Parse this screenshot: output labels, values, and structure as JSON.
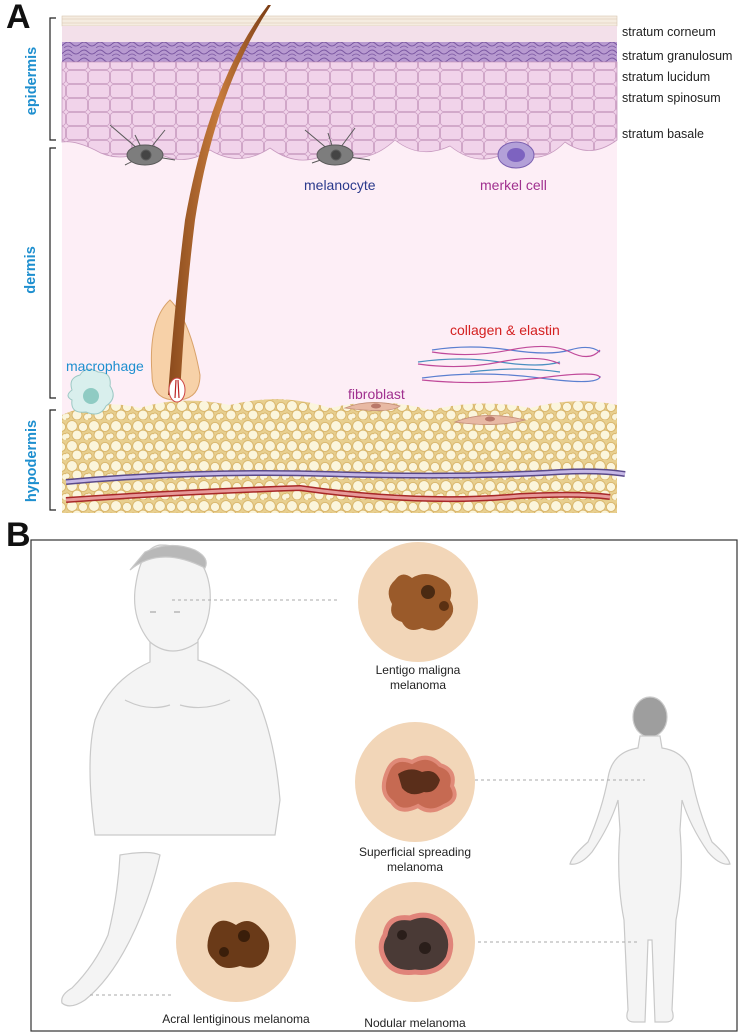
{
  "panels": {
    "a": "A",
    "b": "B"
  },
  "layers": {
    "corneum": "stratum corneum",
    "granulosum": "stratum granulosum",
    "lucidum": "stratum lucidum",
    "spinosum": "stratum spinosum",
    "basale": "stratum basale"
  },
  "regions": {
    "epidermis": "epidermis",
    "dermis": "dermis",
    "hypodermis": "hypodermis"
  },
  "cells": {
    "melanocyte": "melanocyte",
    "merkel": "merkel cell",
    "collagen": "collagen & elastin",
    "macrophage": "macrophage",
    "fibroblast": "fibroblast"
  },
  "melanoma": {
    "lentigo_1": "Lentigo maligna",
    "lentigo_2": "melanoma",
    "superficial_1": "Superficial spreading",
    "superficial_2": "melanoma",
    "acral": "Acral lentiginous melanoma",
    "nodular": "Nodular melanoma"
  },
  "colors": {
    "region_label": "#1e8fcf",
    "melanocyte_label": "#2b3a8c",
    "merkel_label": "#a0308f",
    "collagen_label": "#d42020",
    "macrophage_label": "#1e8fcf",
    "fibroblast_label": "#a0308f",
    "lesion_bg": "#f2d6b8"
  }
}
